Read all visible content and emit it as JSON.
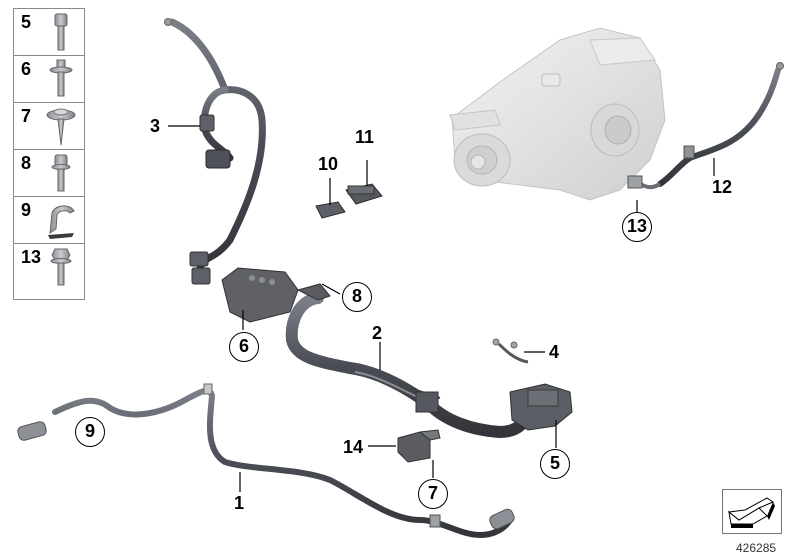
{
  "diagram": {
    "type": "parts-catalog-exploded-view",
    "reference_number": "426285",
    "legend": [
      {
        "number": "5",
        "part": "cylinder-head-screw-internal-drive"
      },
      {
        "number": "6",
        "part": "hex-flange-bolt-torx"
      },
      {
        "number": "7",
        "part": "fillister-head-self-tapping-screw-washer"
      },
      {
        "number": "8",
        "part": "cylinder-head-screw-washer"
      },
      {
        "number": "9",
        "part": "cable-clip"
      },
      {
        "number": "13",
        "part": "hex-flange-bolt"
      }
    ],
    "callouts": [
      {
        "id": "1",
        "style": "plain",
        "part": "cable-lower"
      },
      {
        "id": "2",
        "style": "plain",
        "part": "main-cable-harness"
      },
      {
        "id": "3",
        "style": "plain",
        "part": "battery-cable-loop"
      },
      {
        "id": "4",
        "style": "plain",
        "part": "ground-strap-short"
      },
      {
        "id": "5",
        "style": "circled",
        "part": "connector-block-right"
      },
      {
        "id": "6",
        "style": "circled",
        "part": "junction-box"
      },
      {
        "id": "7",
        "style": "circled",
        "part": "holder-screw"
      },
      {
        "id": "8",
        "style": "circled",
        "part": "junction-mount-screw"
      },
      {
        "id": "9",
        "style": "circled",
        "part": "cable-clip-left"
      },
      {
        "id": "10",
        "style": "plain",
        "part": "small-connector"
      },
      {
        "id": "11",
        "style": "plain",
        "part": "large-connector"
      },
      {
        "id": "12",
        "style": "plain",
        "part": "ground-cable-differential"
      },
      {
        "id": "13",
        "style": "circled",
        "part": "differential-bracket-bolt"
      },
      {
        "id": "14",
        "style": "plain",
        "part": "cable-holder-bracket"
      }
    ],
    "colors": {
      "cable": "#4a4d55",
      "cable_highlight": "#7b7f88",
      "housing": "#5f6167",
      "differential": "#e4e4e4",
      "label": "#000000",
      "frame": "#8a8a8a"
    }
  },
  "labels": {
    "l5": "5",
    "l6": "6",
    "l7": "7",
    "l8": "8",
    "l9": "9",
    "l13": "13",
    "c1": "1",
    "c2": "2",
    "c3": "3",
    "c4": "4",
    "c5": "5",
    "c6": "6",
    "c7": "7",
    "c8": "8",
    "c9": "9",
    "c10": "10",
    "c11": "11",
    "c12": "12",
    "c13": "13",
    "c14": "14",
    "ref": "426285"
  }
}
